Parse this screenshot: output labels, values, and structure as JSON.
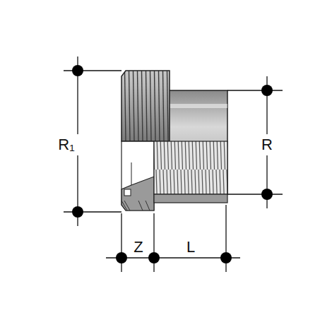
{
  "diagram": {
    "labels": [
      "R₁",
      "R",
      "Z",
      "L"
    ]
  }
}
